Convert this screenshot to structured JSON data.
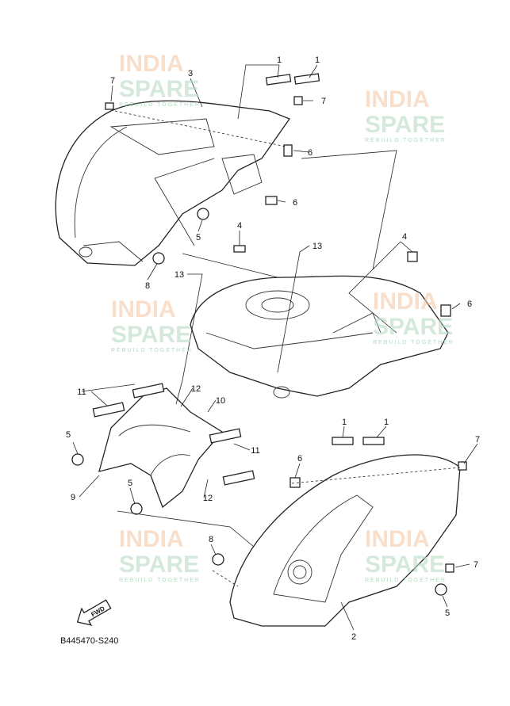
{
  "diagram": {
    "drawing_code": "B445470-S240",
    "fwd_label": "FWD",
    "watermark": {
      "line1": "INDIA",
      "line2": "SPARE",
      "tagline": "REBUILD TOGETHER"
    },
    "callouts": [
      "1",
      "1",
      "7",
      "3",
      "7",
      "6",
      "6",
      "5",
      "4",
      "13",
      "4",
      "8",
      "13",
      "6",
      "11",
      "12",
      "10",
      "5",
      "9",
      "5",
      "12",
      "11",
      "1",
      "1",
      "6",
      "7",
      "8",
      "7",
      "5",
      "2"
    ]
  }
}
